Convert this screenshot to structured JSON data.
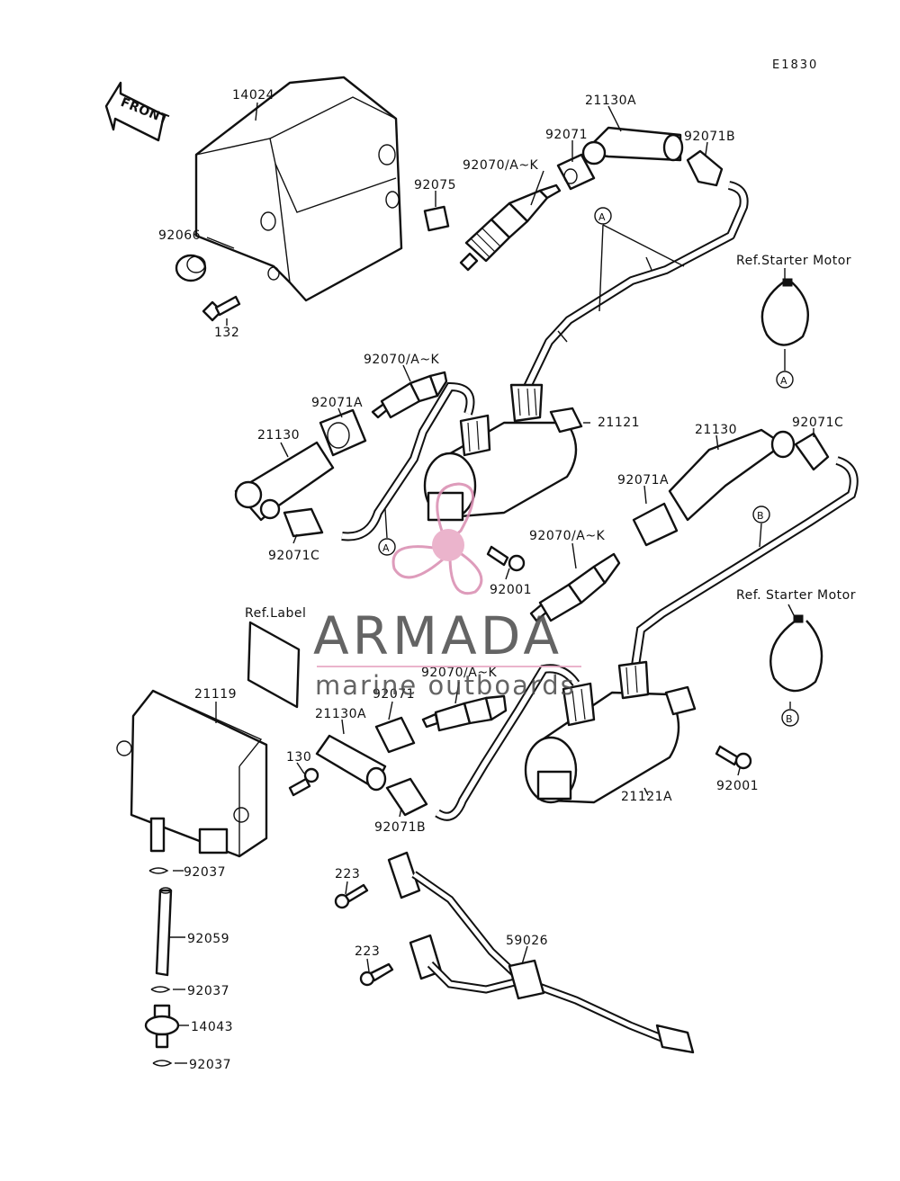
{
  "diagram_code": "E1830",
  "front_label": "FRONT",
  "ref_notes": {
    "starter_motor_a": "Ref.Starter Motor",
    "starter_motor_b": "Ref. Starter Motor",
    "label": "Ref.Label"
  },
  "circle_markers": {
    "a": "A",
    "b": "B"
  },
  "parts": {
    "p14024": "14024",
    "p92075": "92075",
    "p92066": "92066",
    "p132": "132",
    "p21130A_top": "21130A",
    "p92071_top": "92071",
    "p92071B_top": "92071B",
    "p92070_top": "92070/A~K",
    "p92070_left": "92070/A~K",
    "p92071A_left": "92071A",
    "p21130_left": "21130",
    "p92071C_left": "92071C",
    "p21121": "21121",
    "p92001_mid": "92001",
    "p21130_right": "21130",
    "p92071C_right": "92071C",
    "p92071A_right": "92071A",
    "p92070_right": "92070/A~K",
    "p92070_lower": "92070/A~K",
    "p92071_lower": "92071",
    "p21130A_lower": "21130A",
    "p130": "130",
    "p92071B_lower": "92071B",
    "p21119": "21119",
    "p21121A": "21121A",
    "p92001_lower": "92001",
    "p92037_a": "92037",
    "p92059": "92059",
    "p92037_b": "92037",
    "p14043": "14043",
    "p92037_c": "92037",
    "p223_a": "223",
    "p223_b": "223",
    "p59026": "59026"
  },
  "watermark": {
    "brand": "ARMADA",
    "tagline": "marine outboards",
    "accent": "#e8a8c4",
    "accent_dark": "#d98bb0"
  }
}
